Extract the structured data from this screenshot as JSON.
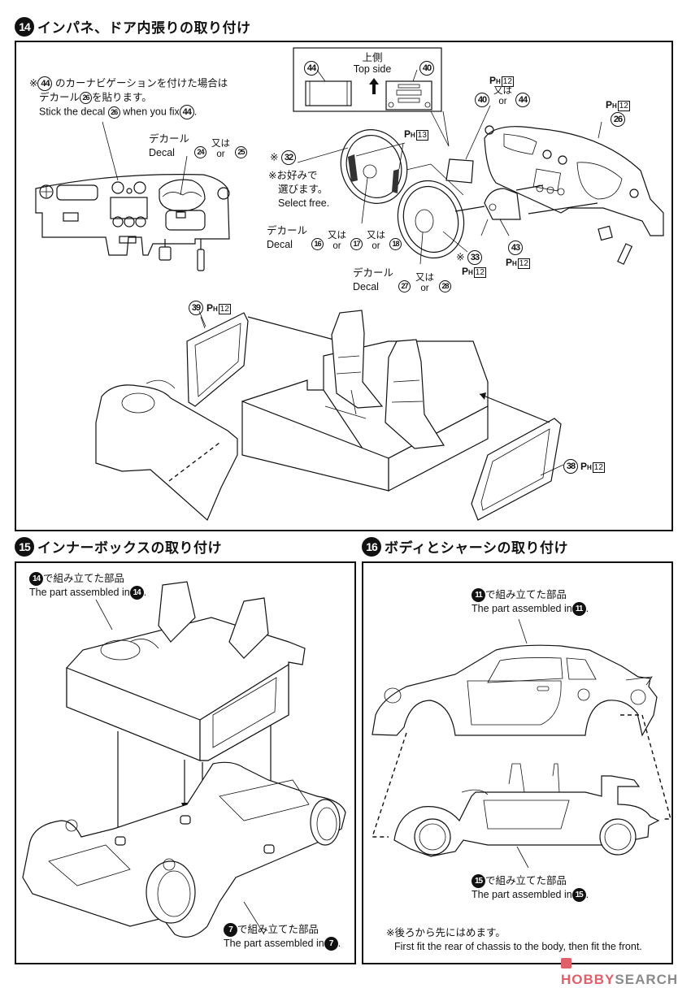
{
  "document": {
    "steps": [
      {
        "number": "14",
        "title": "インパネ、ドア内張りの取り付け",
        "notes": {
          "navi_note_jp_1": "のカーナビゲーションを付けた場合は",
          "navi_note_jp_2a": "デカール",
          "navi_note_jp_2b": "を貼ります。",
          "navi_note_en_a": "Stick the decal",
          "navi_note_en_b": "when you fix",
          "navi_note_en_c": ".",
          "navi_ref_part": "44",
          "navi_ref_decal": "26",
          "mark": "※"
        },
        "decal_24_25": {
          "jp": "デカール",
          "en": "Decal",
          "a": "24",
          "or_jp": "又は",
          "or_en": "or",
          "b": "25"
        },
        "inset": {
          "top_jp": "上側",
          "top_en": "Top side",
          "left_part": "44",
          "right_part": "40"
        },
        "wheel_32": {
          "mark": "※",
          "part": "32",
          "ph": "13",
          "select_jp_1": "※お好みで",
          "select_jp_2": "選びます。",
          "select_en": "Select free."
        },
        "decal_16_18": {
          "jp": "デカール",
          "en": "Decal",
          "a": "16",
          "or_jp": "又は",
          "or_en": "or",
          "b": "17",
          "c": "18"
        },
        "wheel_33": {
          "mark": "※",
          "part": "33",
          "ph": "12"
        },
        "decal_27_28": {
          "jp": "デカール",
          "en": "Decal",
          "a": "27",
          "or_jp": "又は",
          "or_en": "or",
          "b": "28"
        },
        "nav_40_44": {
          "ph": "12",
          "a": "40",
          "or_jp": "又は",
          "or_en": "or",
          "b": "44"
        },
        "dash_26": {
          "ph": "12",
          "part": "26"
        },
        "column_43": {
          "part": "43",
          "ph": "12"
        },
        "door_39": {
          "part": "39",
          "ph": "12"
        },
        "door_38": {
          "part": "38",
          "ph": "12"
        },
        "ph_label_p": "P",
        "ph_label_h": "H"
      },
      {
        "number": "15",
        "title": "インナーボックスの取り付け",
        "assembled_top": {
          "ref": "14",
          "jp": "で組み立てた部品",
          "en": "The part assembled in",
          "dot": "."
        },
        "assembled_bottom": {
          "ref": "7",
          "jp": "で組み立てた部品",
          "en": "The part assembled in",
          "dot": "."
        }
      },
      {
        "number": "16",
        "title": "ボディとシャーシの取り付け",
        "assembled_top": {
          "ref": "11",
          "jp": "で組み立てた部品",
          "en": "The part assembled in",
          "dot": "."
        },
        "assembled_bottom": {
          "ref": "15",
          "jp": "で組み立てた部品",
          "en": "The part assembled in",
          "dot": "."
        },
        "fit_note_jp": "※後ろから先にはめます。",
        "fit_note_en": "First fit the rear of chassis to the body, then fit the front."
      }
    ],
    "watermark": {
      "hobby": "HOBBY",
      "search": "SEARCH",
      "hobby_color": "#e0606a",
      "search_color": "#8a8a8a"
    }
  }
}
